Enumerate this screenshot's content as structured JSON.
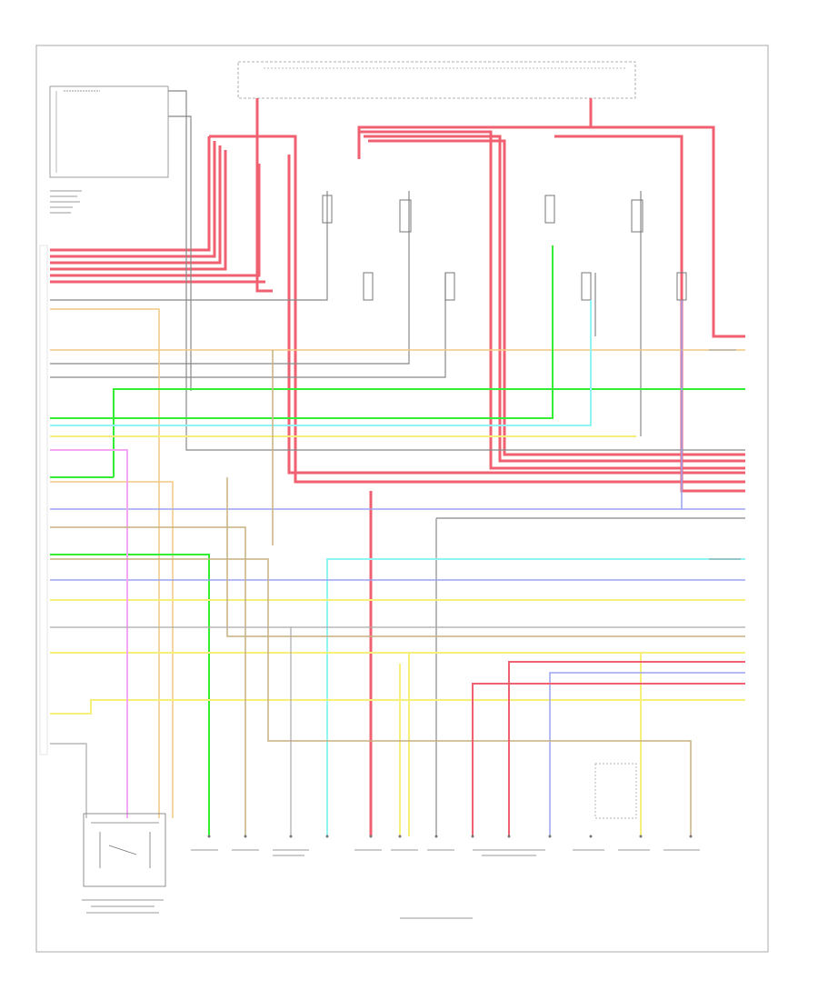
{
  "colors": {
    "red": "#f06070",
    "pink": "#f4a6c8",
    "green": "#33ee33",
    "cyan": "#8ef4f4",
    "yellow": "#f6f07a",
    "blue": "#9aa4f0",
    "orange": "#f4c880",
    "tan": "#c8b080",
    "gray": "#9a9a9a",
    "dark": "#555555",
    "light": "#d8d8d8"
  },
  "footer": {
    "code": ""
  },
  "components": [
    {
      "name": "pcm-relay-top",
      "label": ""
    },
    {
      "name": "transaxle-range-switch",
      "label": ""
    },
    {
      "name": "solenoid-1",
      "label": ""
    },
    {
      "name": "solenoid-2",
      "label": ""
    },
    {
      "name": "solenoid-3",
      "label": ""
    },
    {
      "name": "solenoid-4",
      "label": ""
    },
    {
      "name": "automatic-transmission",
      "label": ""
    }
  ]
}
